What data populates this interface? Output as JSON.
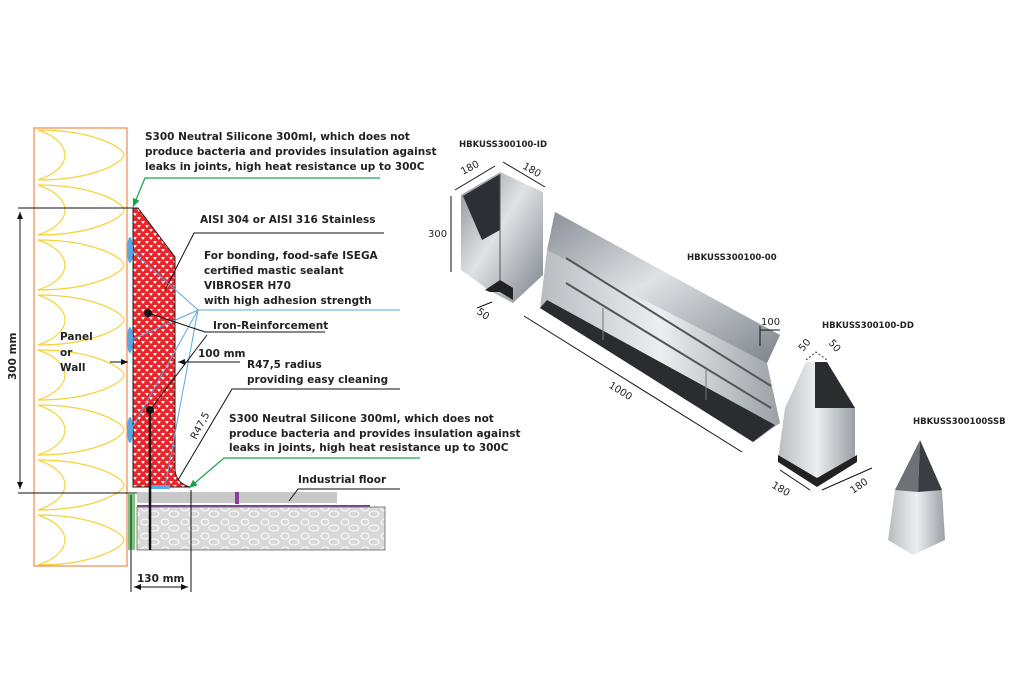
{
  "section": {
    "silicone_top": [
      "S300 Neutral Silicone 300ml, which does not",
      "produce bacteria and provides insulation against",
      "leaks in joints, high heat resistance up to 300C"
    ],
    "stainless": "AISI 304 or AISI 316 Stainless",
    "sealant": [
      "For bonding, food-safe ISEGA",
      "certified mastic sealant",
      "VIBROSER H70",
      "with high adhesion strength"
    ],
    "reinforcement": "Iron-Reinforcement",
    "dim_100": "100 mm",
    "radius": [
      "R47,5 radius",
      "providing easy cleaning"
    ],
    "radius_mark": "R47,5",
    "silicone_bottom": [
      "S300 Neutral Silicone 300ml, which does not",
      "produce bacteria and provides insulation against",
      "leaks in joints, high heat resistance up to 300C"
    ],
    "floor": "Industrial floor",
    "wall": [
      "Panel",
      "or",
      "Wall"
    ],
    "dim_300": "300 mm",
    "dim_130": "130 mm"
  },
  "products": {
    "inner_corner": {
      "code": "HBKUSS300100-ID",
      "dims": [
        "180",
        "180",
        "300",
        "50"
      ]
    },
    "straight": {
      "code": "HBKUSS300100-00",
      "dims": [
        "1000",
        "100"
      ]
    },
    "outer_corner": {
      "code": "HBKUSS300100-DD",
      "dims": [
        "50",
        "50",
        "180",
        "180"
      ]
    },
    "end_cap": {
      "code": "HBKUSS300100SSB"
    }
  },
  "colors": {
    "curb": "#e8262b",
    "silicone": "#1aa34a",
    "sealant": "#5aa8e6",
    "panel": "#f08a4b",
    "insulation": "#f5d33a",
    "membrane": "#8b3b9b"
  }
}
